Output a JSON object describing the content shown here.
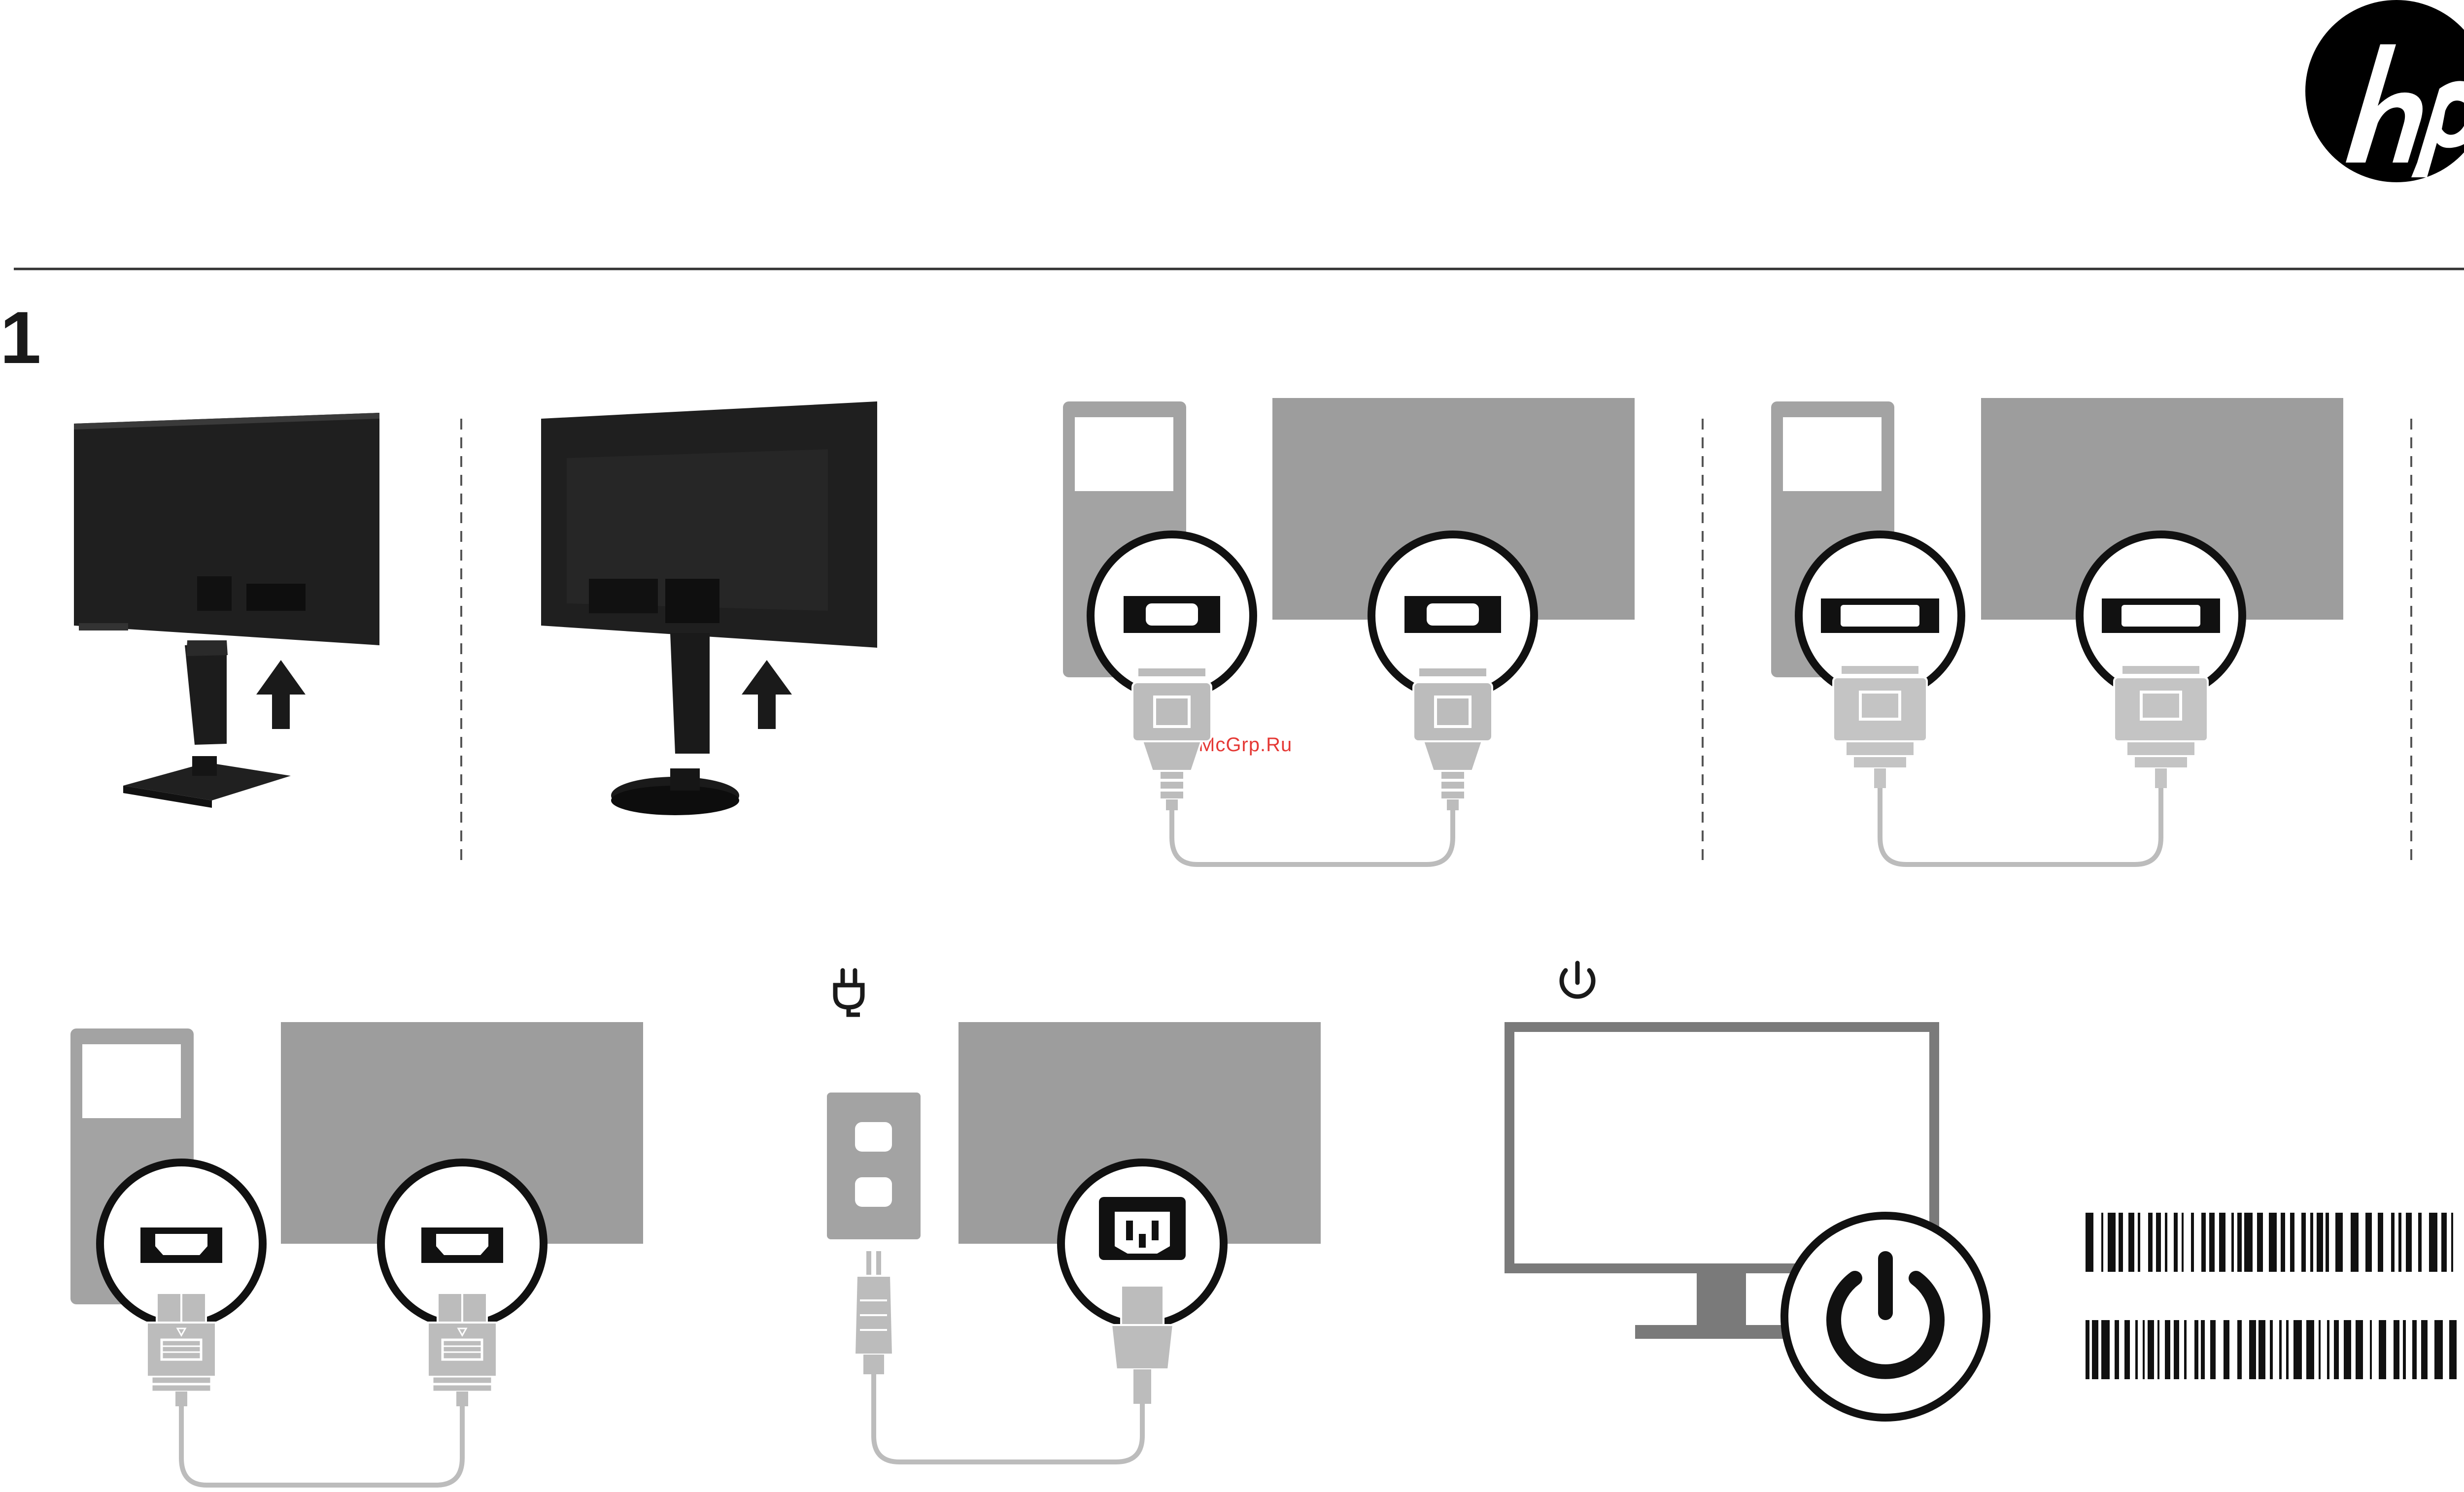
{
  "document": {
    "step_number": "1",
    "watermark": "McGrp.Ru",
    "logo": {
      "text": "hp",
      "color": "#000000"
    }
  },
  "icons": {
    "plug": "power-plug-icon",
    "power": "power-symbol-icon"
  },
  "colors": {
    "panel_gray": "#9d9d9d",
    "tower_gray": "#a3a3a3",
    "cable_gray": "#bcbcbc",
    "monitor_black": "#1e1e1e",
    "port_black": "#111111",
    "rule_line": "#333333",
    "barcode": "#111111"
  }
}
